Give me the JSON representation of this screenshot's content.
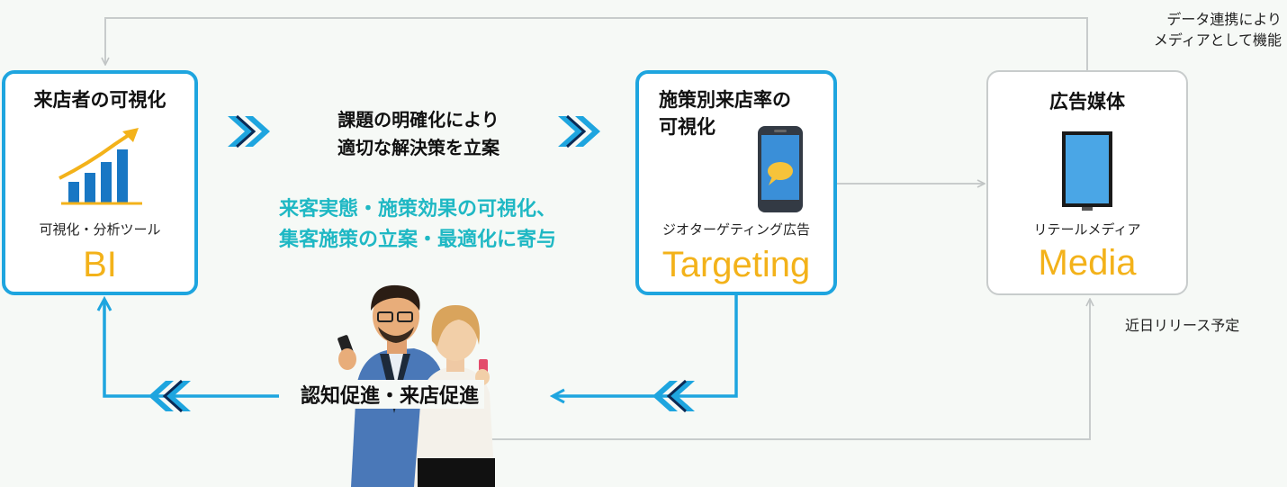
{
  "boxes": {
    "visitor": {
      "title": "来店者の可視化",
      "sub": "可視化・分析ツール",
      "big": "BI",
      "icon": "bar-chart-growth-icon"
    },
    "targeting": {
      "title_line1": "施策別来店率の",
      "title_line2": "可視化",
      "sub": "ジオターゲティング広告",
      "big": "Targeting",
      "icon": "smartphone-chat-icon"
    },
    "media": {
      "title": "広告媒体",
      "sub": "リテールメディア",
      "big": "Media",
      "icon": "digital-signage-icon"
    }
  },
  "center": {
    "line1": "課題の明確化により",
    "line2": "適切な解決策を立案"
  },
  "highlight": {
    "line1": "来客実態・施策効果の可視化、",
    "line2": "集客施策の立案・最適化に寄与"
  },
  "notes": {
    "data_link_line1": "データ連携により",
    "data_link_line2": "メディアとして機能",
    "coming_soon": "近日リリース予定"
  },
  "bottom": {
    "label": "認知促進・来店促進",
    "illustration": "business-people-with-smartphones"
  },
  "colors": {
    "accent_blue": "#1ea5df",
    "brand_yellow": "#f3b21a",
    "highlight_teal": "#1fb8c4",
    "gray_line": "#c8cccc"
  }
}
